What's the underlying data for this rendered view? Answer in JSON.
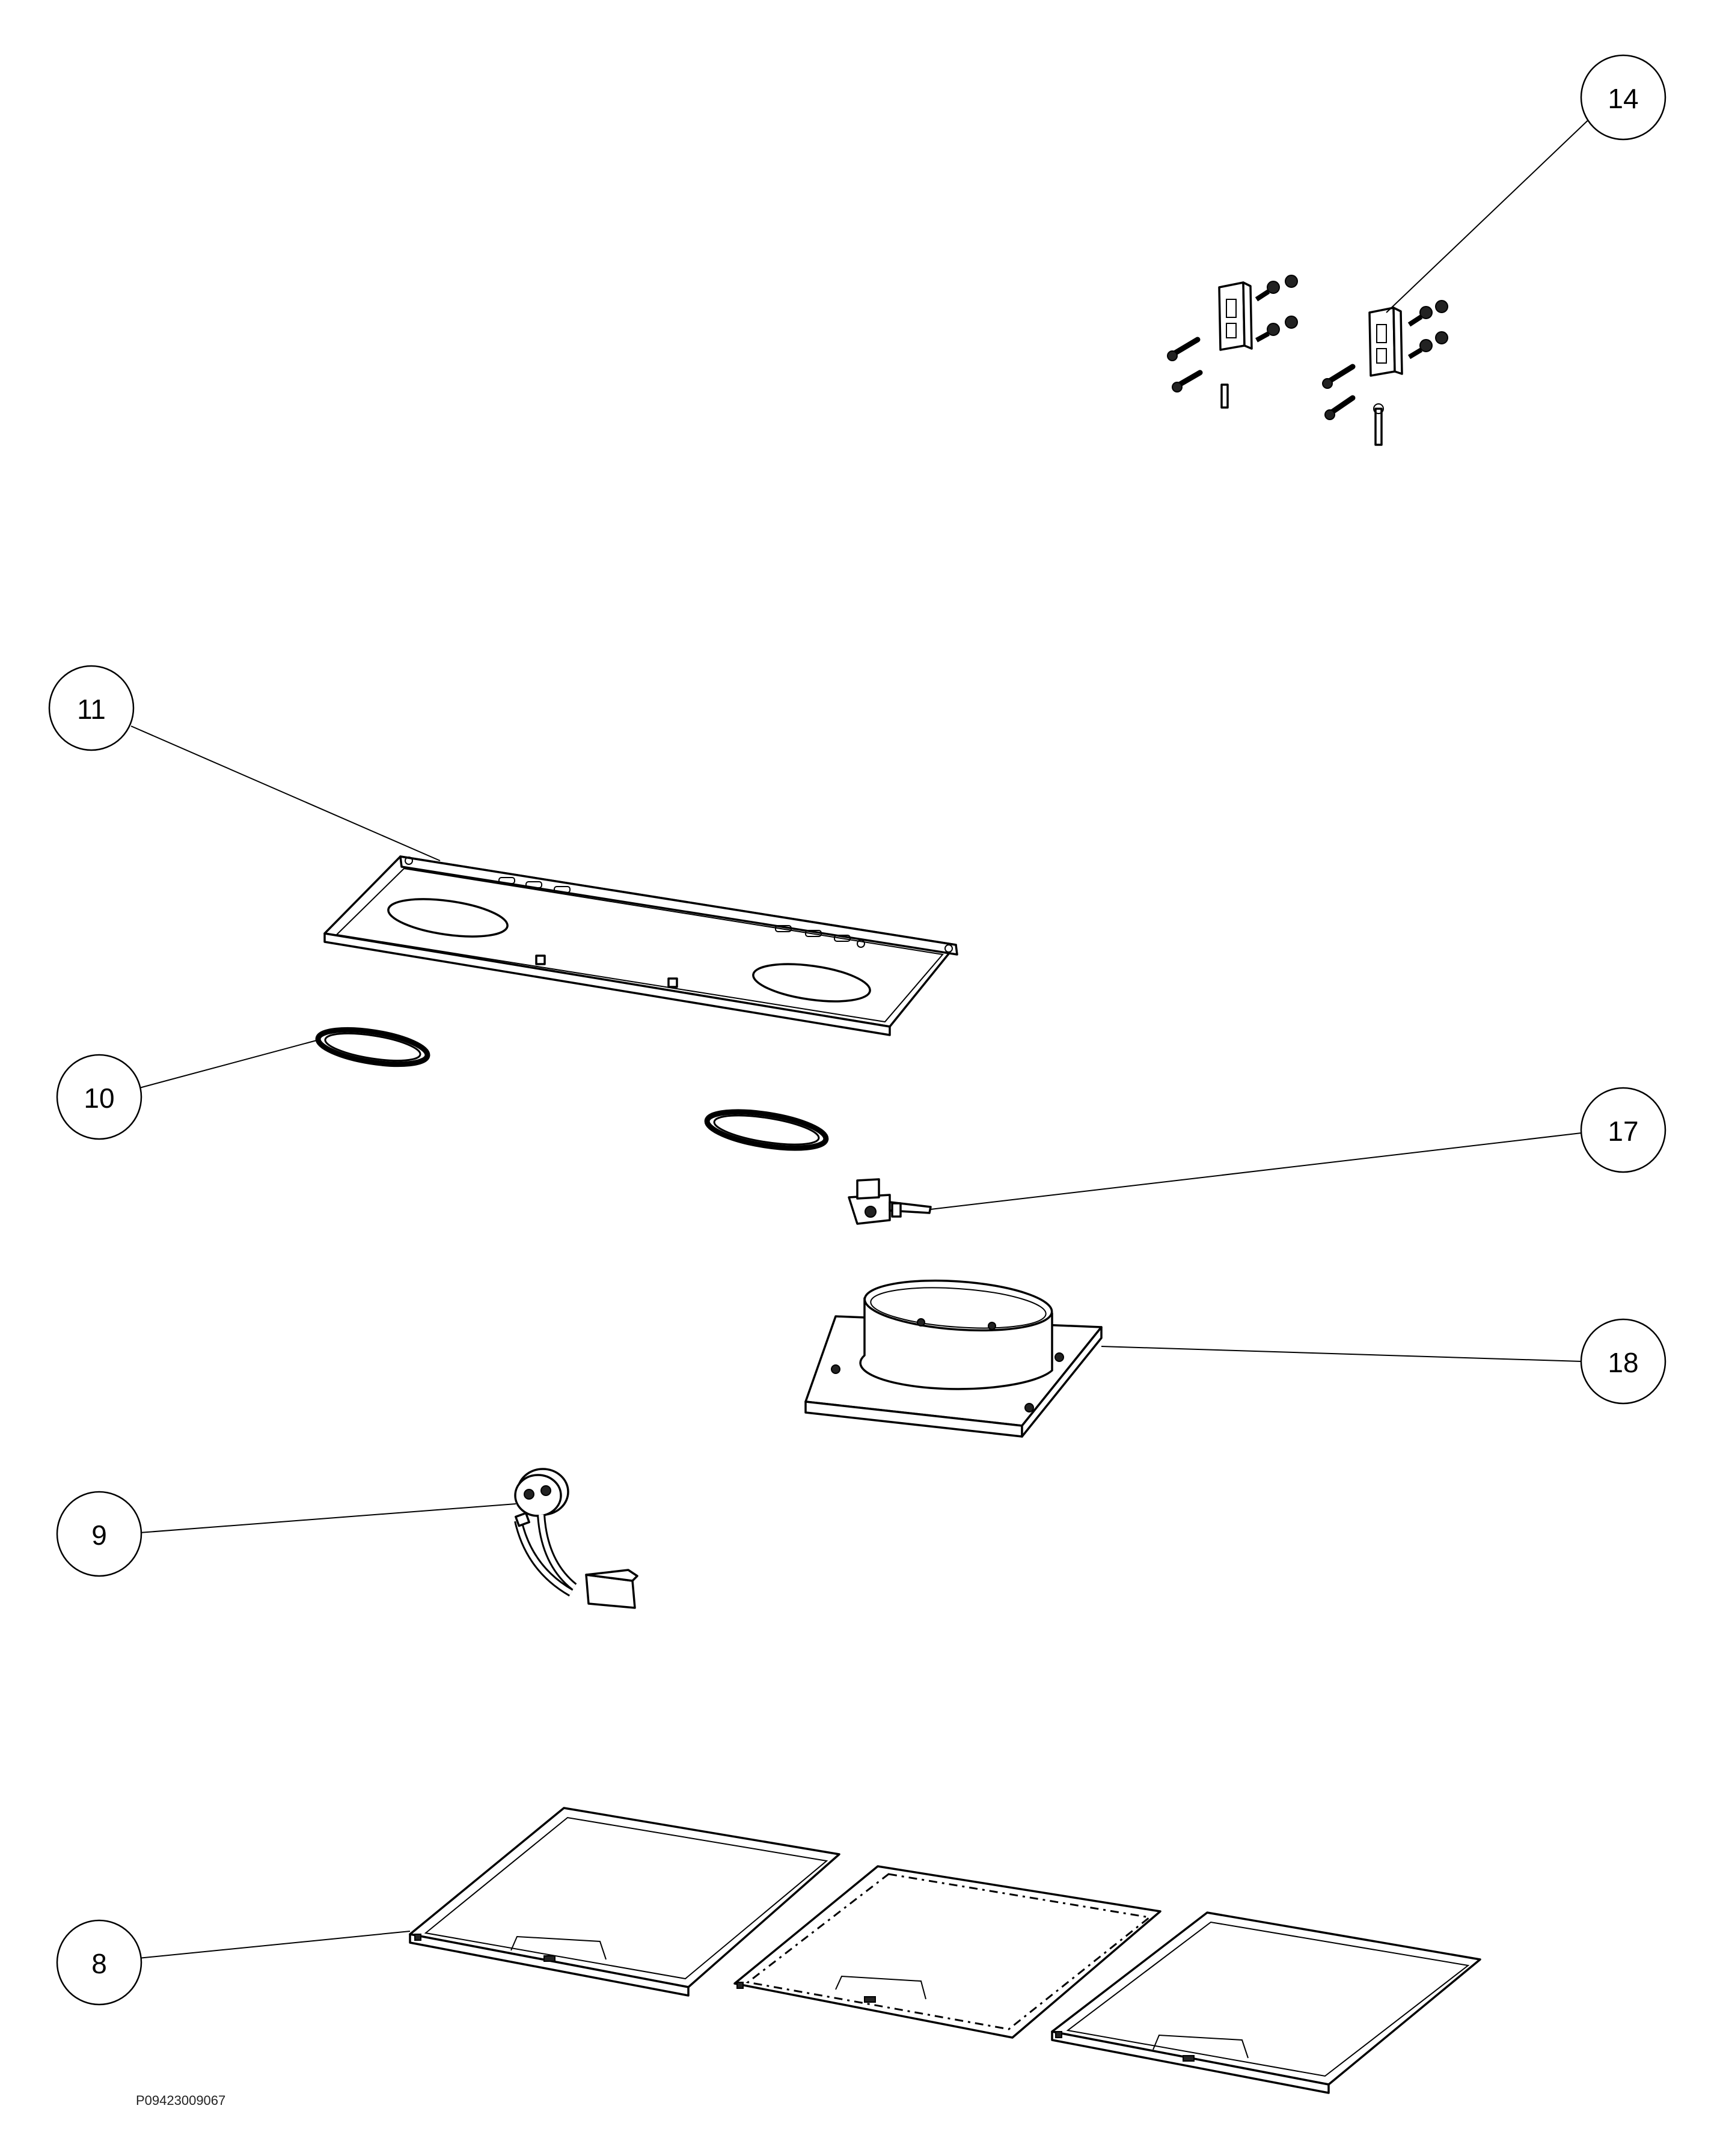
{
  "callouts": [
    {
      "label": "14"
    },
    {
      "label": "11"
    },
    {
      "label": "10"
    },
    {
      "label": "17"
    },
    {
      "label": "18"
    },
    {
      "label": "9"
    },
    {
      "label": "8"
    }
  ],
  "drawing_code": "P09423009067"
}
